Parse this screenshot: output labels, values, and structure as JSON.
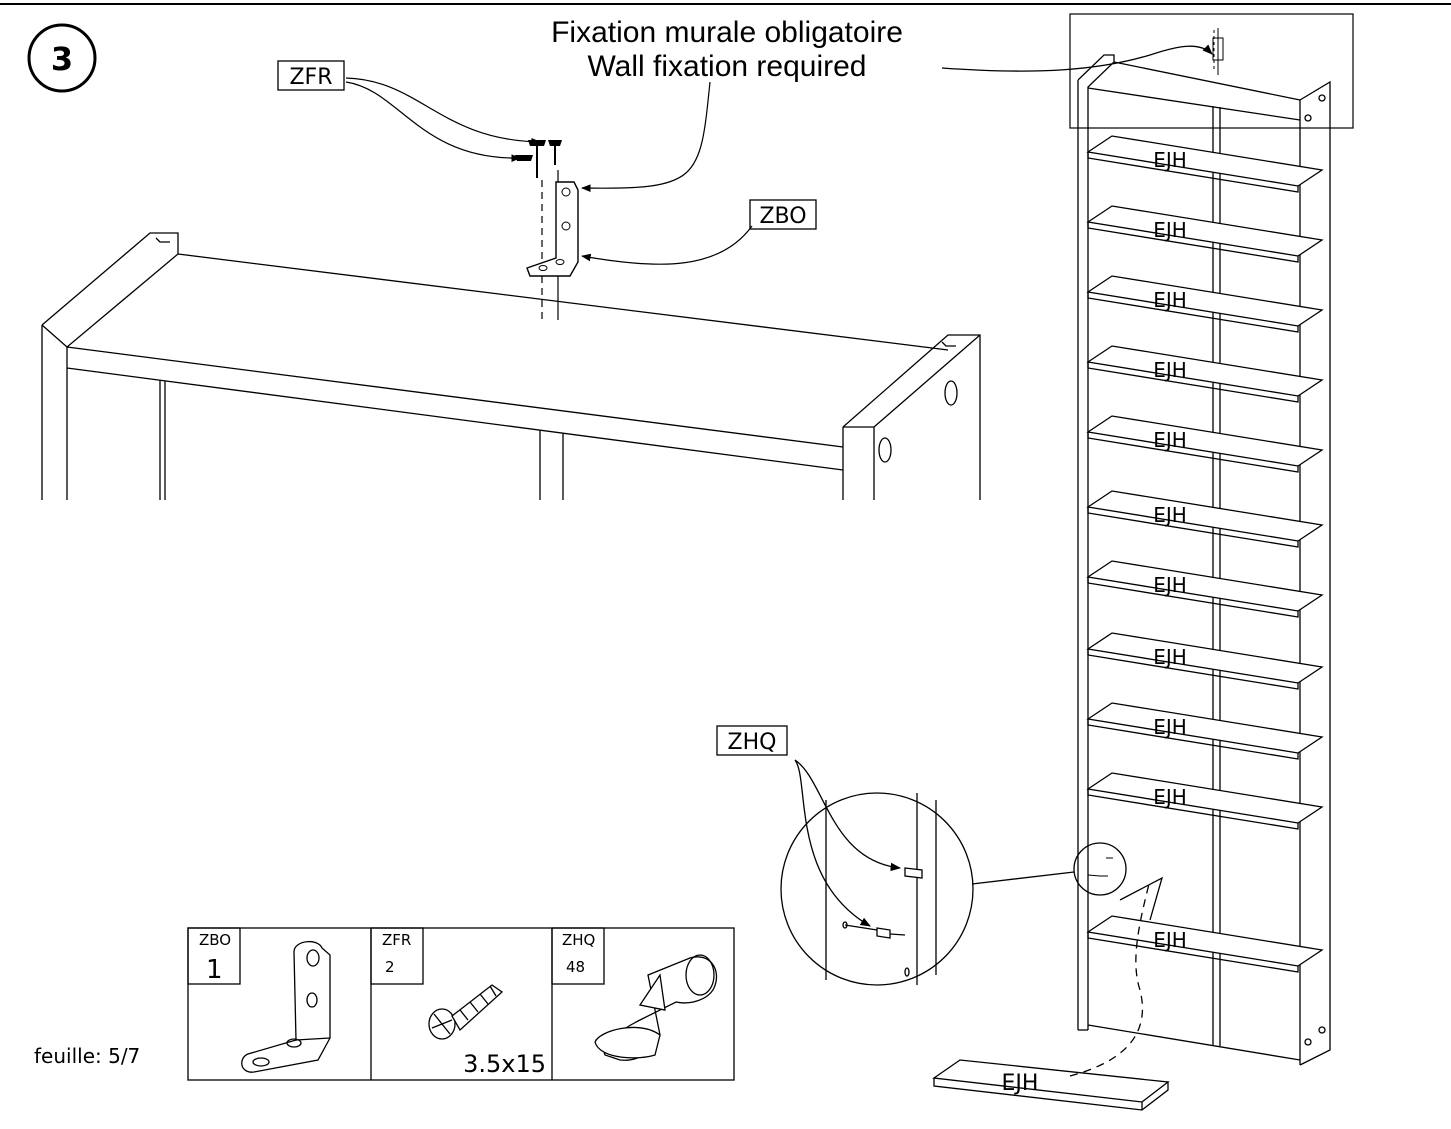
{
  "step": {
    "number": "3"
  },
  "wall_fixation": {
    "line1": "Fixation murale obligatoire",
    "line2": "Wall fixation required"
  },
  "callouts": {
    "zfr": "ZFR",
    "zbo": "ZBO",
    "zhq": "ZHQ"
  },
  "shelf_label": "EJH",
  "shelves": [
    "EJH",
    "EJH",
    "EJH",
    "EJH",
    "EJH",
    "EJH",
    "EJH",
    "EJH",
    "EJH",
    "EJH",
    "EJH"
  ],
  "loose_shelf_label": "EJH",
  "parts_table": [
    {
      "code": "ZBO",
      "qty": "1",
      "icon": "angle-bracket-icon"
    },
    {
      "code": "ZFR",
      "qty": "2",
      "size": "3.5x15",
      "icon": "screw-icon"
    },
    {
      "code": "ZHQ",
      "qty": "48",
      "icon": "shelf-pin-icon"
    }
  ],
  "sheet": "feuille: 5/7"
}
